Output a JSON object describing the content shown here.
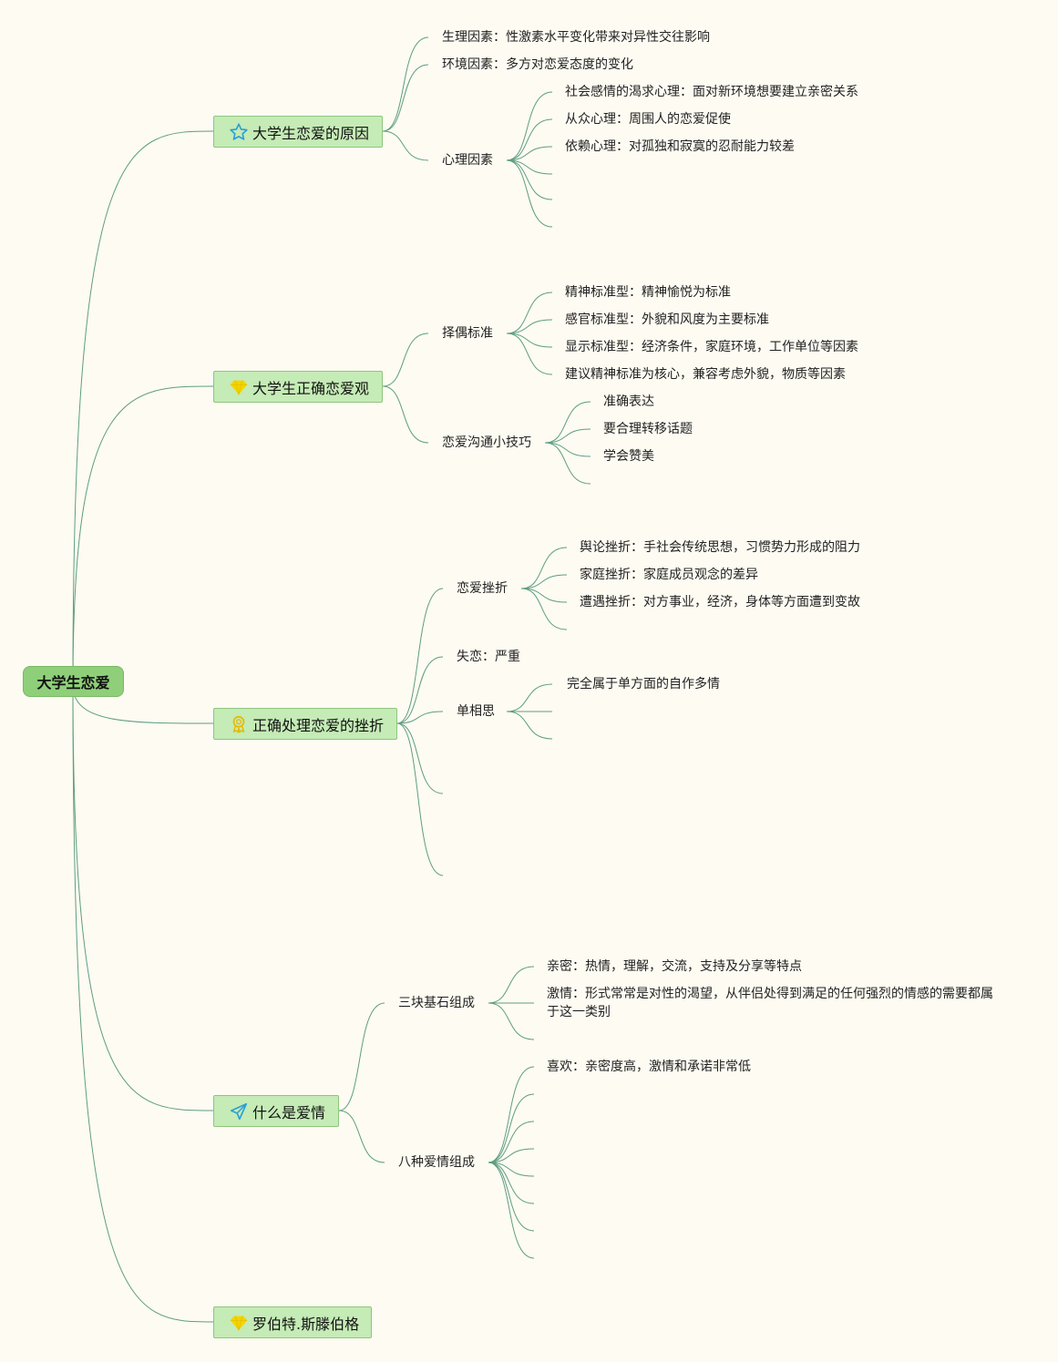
{
  "root": {
    "label": "大学生恋爱"
  },
  "topics": [
    {
      "label": "大学生恋爱的原因",
      "icon": "star-icon",
      "children": [
        {
          "label": "生理因素：性激素水平变化带来对异性交往影响"
        },
        {
          "label": "环境因素：多方对恋爱态度的变化"
        },
        {
          "label": "心理因素",
          "children": [
            "社会感情的渴求心理：面对新环境想要建立亲密关系",
            "从众心理：周围人的恋爱促使",
            "依赖心理：对孤独和寂寞的忍耐能力较差"
          ]
        }
      ]
    },
    {
      "label": "大学生正确恋爱观",
      "icon": "gem-icon",
      "children": [
        {
          "label": "择偶标准",
          "children": [
            "精神标准型：精神愉悦为标准",
            "感官标准型：外貌和风度为主要标准",
            "显示标准型：经济条件，家庭环境，工作单位等因素",
            "建议精神标准为核心，兼容考虑外貌，物质等因素"
          ]
        },
        {
          "label": "恋爱沟通小技巧",
          "children": [
            "准确表达",
            "要合理转移话题",
            "学会赞美"
          ]
        }
      ]
    },
    {
      "label": "正确处理恋爱的挫折",
      "icon": "award-icon",
      "children": [
        {
          "label": "恋爱挫折",
          "children": [
            "舆论挫折：手社会传统思想，习惯势力形成的阻力",
            "家庭挫折：家庭成员观念的差异",
            "遭遇挫折：对方事业，经济，身体等方面遭到变故"
          ]
        },
        {
          "label": "失恋：严重"
        },
        {
          "label": "单相思",
          "children": [
            "完全属于单方面的自作多情"
          ]
        }
      ]
    },
    {
      "label": "什么是爱情",
      "icon": "send-icon",
      "children": [
        {
          "label": "三块基石组成",
          "children": [
            "亲密：热情，理解，交流，支持及分享等特点",
            "激情：形式常常是对性的渴望，从伴侣处得到满足的任何强烈的情感的需要都属于这一类别"
          ]
        },
        {
          "label": "八种爱情组成",
          "children": [
            "喜欢：亲密度高，激情和承诺非常低"
          ]
        }
      ]
    },
    {
      "label": "罗伯特.斯滕伯格",
      "icon": "gem-icon"
    }
  ],
  "colors": {
    "line": "#5e9e80",
    "root_bg": "#8fcf7a",
    "topic_bg": "#c5ebb6",
    "background": "#fdfbf2"
  }
}
